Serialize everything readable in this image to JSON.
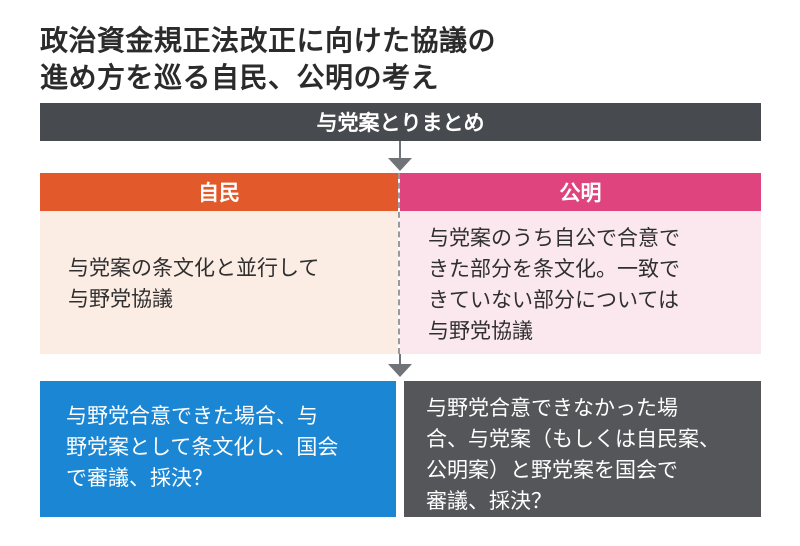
{
  "title": {
    "line1": "政治資金規正法改正に向けた協議の",
    "line2": "進め方を巡る自民、公明の考え"
  },
  "top_bar": "与党案とりまとめ",
  "columns": {
    "left": {
      "header": "自民",
      "lines": [
        "与党案の条文化と並行して",
        "与野党協議"
      ]
    },
    "right": {
      "header": "公明",
      "lines": [
        "与党案のうち自公で合意で",
        "きた部分を条文化。一致で",
        "きていない部分については",
        "与野党協議"
      ]
    }
  },
  "outcomes": {
    "left": [
      "与野党合意できた場合、与",
      "野党案として条文化し、国会",
      "で審議、採決？"
    ],
    "right": [
      "与野党合意できなかった場",
      "合、与党案（もしくは自民案、",
      "公明案）と野党案を国会で",
      "審議、採決？"
    ]
  },
  "colors": {
    "dark_bar": "#474a4e",
    "ldp_header": "#e25a2b",
    "komeito_header": "#e0447e",
    "ldp_body": "#fbece4",
    "komeito_body": "#fbe8ee",
    "outcome_agree": "#1a86d4",
    "outcome_disagree": "#545659"
  }
}
